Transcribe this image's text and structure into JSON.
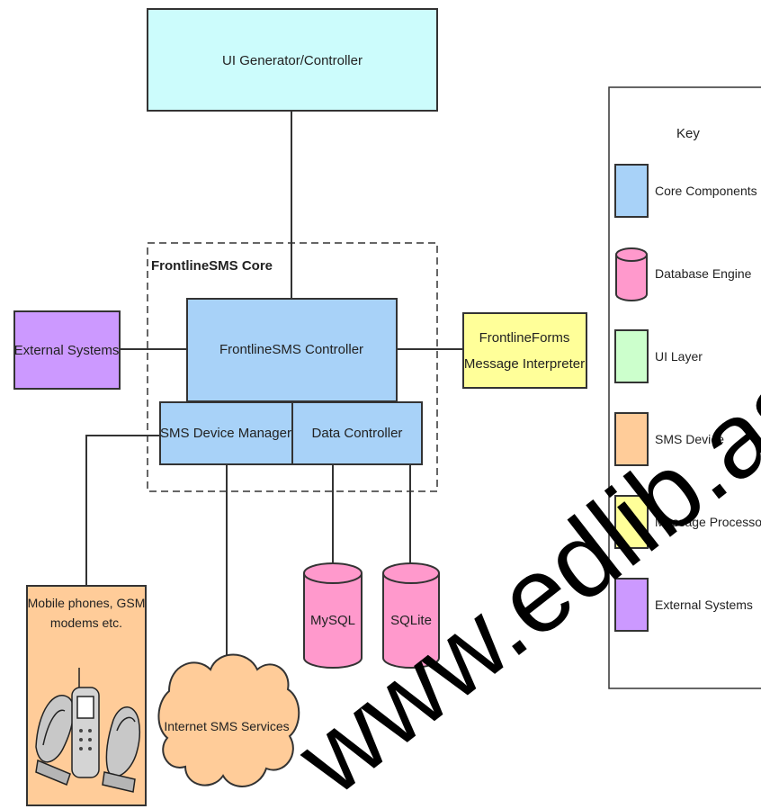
{
  "colors": {
    "core": "#a8d2f8",
    "ui_generator": "#ccfcfc",
    "external": "#cc99ff",
    "message_processor": "#ffff99",
    "database": "#ff99cc",
    "ui_layer": "#ccffcc",
    "sms_device": "#ffcc99",
    "line": "#333333",
    "watermark": "#000000"
  },
  "nodes": {
    "ui_generator": "UI Generator/Controller",
    "core_group_label": "FrontlineSMS Core",
    "frontline_controller": "FrontlineSMS Controller",
    "external_systems": "External Systems",
    "forms_interpreter_line1": "FrontlineForms",
    "forms_interpreter_line2": "Message Interpreter",
    "sms_device_manager": "SMS Device Manager",
    "data_controller": "Data Controller",
    "mysql": "MySQL",
    "sqlite": "SQLite",
    "mobile_line1": "Mobile phones, GSM",
    "mobile_line2": "modems etc.",
    "internet_sms": "Internet SMS Services"
  },
  "key": {
    "title": "Key",
    "items": [
      {
        "label": "Core Components",
        "shape": "rect",
        "color": "#a8d2f8"
      },
      {
        "label": "Database Engine",
        "shape": "cylinder",
        "color": "#ff99cc"
      },
      {
        "label": "UI Layer",
        "shape": "rect",
        "color": "#ccffcc"
      },
      {
        "label": "SMS Device",
        "shape": "rect",
        "color": "#ffcc99"
      },
      {
        "label": "Message Processor",
        "shape": "rect",
        "color": "#ffff99"
      },
      {
        "label": "External Systems",
        "shape": "rect",
        "color": "#cc99ff"
      }
    ]
  },
  "watermark": "www.edlib.asdf"
}
